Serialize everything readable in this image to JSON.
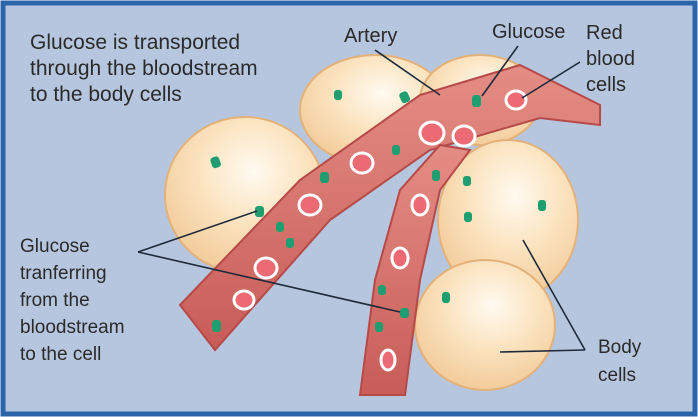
{
  "colors": {
    "background": "#b7c6df",
    "frame": "#2b64a8",
    "cell_fill": "#f8d9b0",
    "cell_highlight": "#fdf3dc",
    "vessel": "#d9776f",
    "vessel_dark": "#b54a48",
    "rbc": "#e35c68",
    "glucose": "#1f9e72",
    "text": "#2a2a2a",
    "leader": "#1e2a3a"
  },
  "labels": {
    "title": "Glucose is transported\nthrough the bloodstream\nto the body cells",
    "artery": "Artery",
    "glucose": "Glucose",
    "red_blood_cells": "Red\nblood\ncells",
    "glucose_transfer": "Glucose\ntranferring\nfrom the\nbloodstream\nto the cell",
    "body_cells": "Body\ncells"
  }
}
